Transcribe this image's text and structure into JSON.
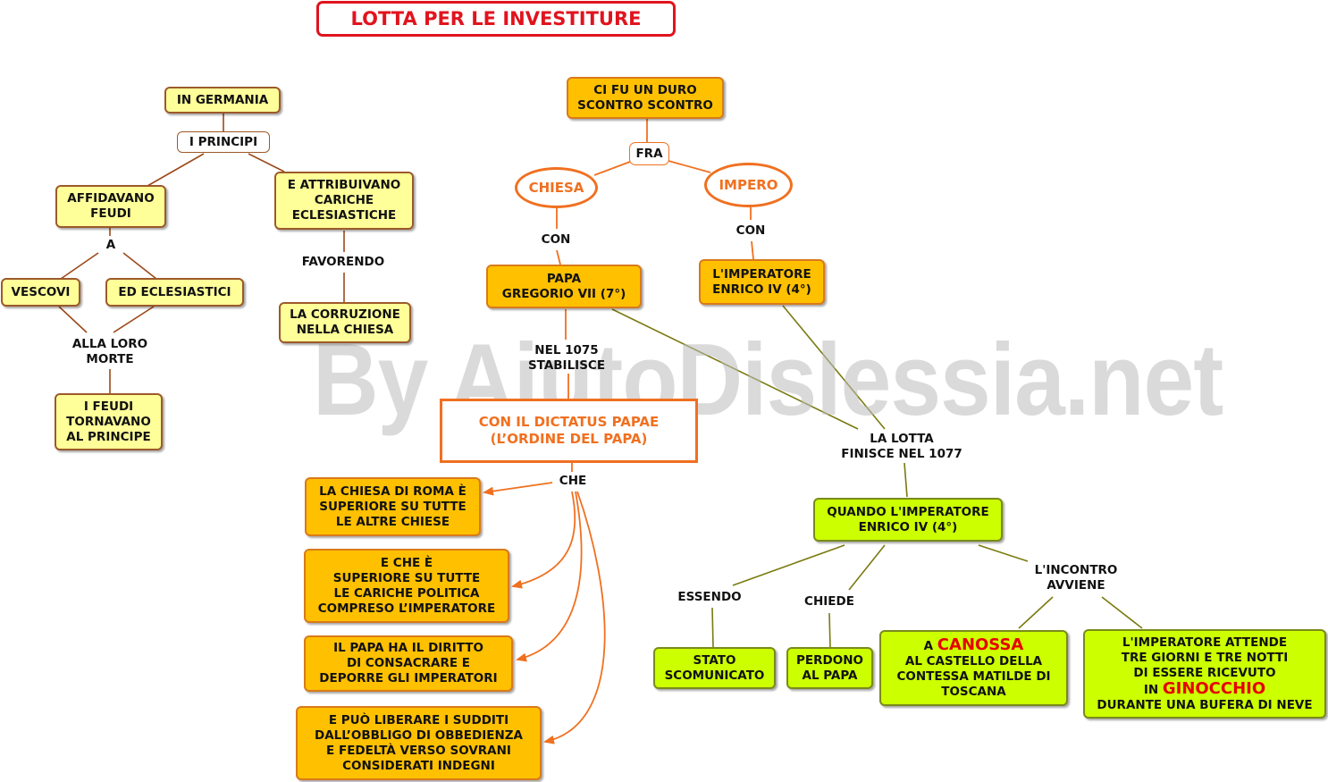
{
  "title": "LOTTA PER LE INVESTITURE",
  "watermark": "By AiutoDislessia.net",
  "colors": {
    "title_red": "#e0141e",
    "orange_line": "#f07020",
    "brown_line": "#9c4a1a",
    "olive_line": "#7a7a10",
    "yellow_fill": "#ffff99",
    "orange_fill": "#ffc000",
    "green_fill": "#ccff00"
  },
  "left": {
    "germania": "IN GERMANIA",
    "principi": "I PRINCIPI",
    "affidavano": [
      "AFFIDAVANO",
      "FEUDI"
    ],
    "a": "A",
    "vescovi": "VESCOVI",
    "ecclesiastici": "ED ECLESIASTICI",
    "alla_loro_morte": [
      "ALLA LORO",
      "MORTE"
    ],
    "feudi_tornavano": [
      "I FEUDI",
      "TORNAVANO",
      "AL PRINCIPE"
    ],
    "attribuivano": [
      "E ATTRIBUIVANO",
      "CARICHE",
      "ECLESIASTICHE"
    ],
    "favorendo": "FAVORENDO",
    "corruzione": [
      "LA CORRUZIONE",
      "NELLA CHIESA"
    ]
  },
  "center": {
    "scontro": [
      "CI FU UN DURO",
      "SCONTRO SCONTRO"
    ],
    "fra": "FRA",
    "chiesa": "CHIESA",
    "impero": "IMPERO",
    "con_left": "CON",
    "con_right": "CON",
    "papa": [
      "PAPA",
      "GREGORIO VII (7°)"
    ],
    "imperatore": [
      "L'IMPERATORE",
      "ENRICO IV (4°)"
    ],
    "nel_1075": [
      "NEL 1075",
      "STABILISCE"
    ],
    "dictatus": [
      "CON IL DICTATUS PAPAE",
      "(L’ORDINE DEL PAPA)"
    ],
    "che": "CHE",
    "rules": [
      [
        "LA CHIESA DI ROMA È",
        "SUPERIORE SU TUTTE",
        "LE ALTRE CHIESE"
      ],
      [
        "E CHE È",
        "SUPERIORE SU TUTTE",
        "LE CARICHE POLITICA",
        "COMPRESO L’IMPERATORE"
      ],
      [
        "IL PAPA HA IL DIRITTO",
        "DI CONSACRARE E",
        "DEPORRE GLI IMPERATORI"
      ],
      [
        "E PUÒ LIBERARE I SUDDITI",
        "DALL’OBBLIGO DI OBBEDIENZA",
        "E FEDELTÀ VERSO SOVRANI",
        "CONSIDERATI INDEGNI"
      ]
    ]
  },
  "right": {
    "lotta_finisce": [
      "LA LOTTA",
      "FINISCE NEL 1077"
    ],
    "quando": [
      "QUANDO L'IMPERATORE",
      "ENRICO IV (4°)"
    ],
    "essendo": "ESSENDO",
    "chiede": "CHIEDE",
    "incontro": [
      "L'INCONTRO",
      "AVVIENE"
    ],
    "scomunicato": [
      "STATO",
      "SCOMUNICATO"
    ],
    "perdono": [
      "PERDONO",
      "AL PAPA"
    ],
    "canossa": {
      "prefix": "A",
      "place": "CANOSSA",
      "line2": "AL CASTELLO DELLA",
      "line3": "CONTESSA MATILDE DI",
      "line4": "TOSCANA"
    },
    "ginocchio": {
      "line1": "L'IMPERATORE ATTENDE",
      "line2": "TRE GIORNI E TRE NOTTI",
      "line3": "DI ESSERE RICEVUTO",
      "prefix": "IN",
      "word": "GINOCCHIO",
      "line5": "DURANTE UNA BUFERA DI NEVE"
    }
  }
}
